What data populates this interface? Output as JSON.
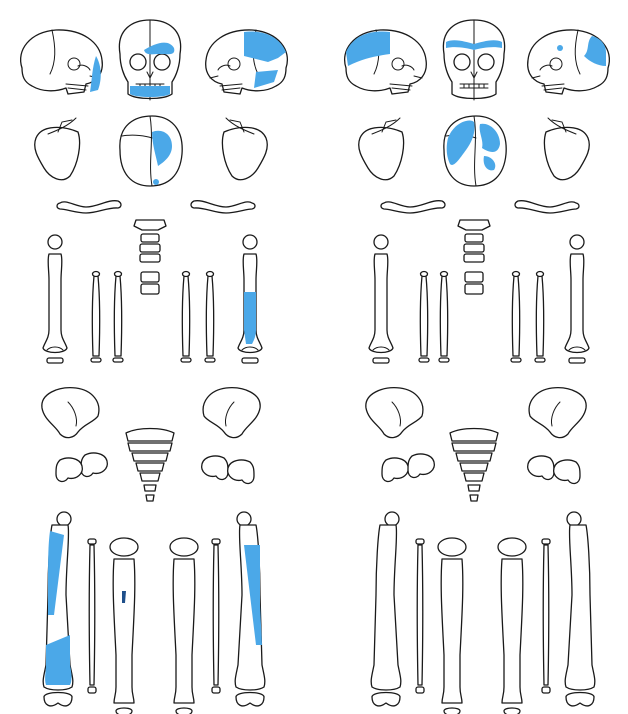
{
  "figure": {
    "panels": [
      {
        "key": "left",
        "bone_color": "#ffffff",
        "outline_color": "#1a1a1a"
      },
      {
        "key": "right",
        "bone_color": "#ffffff",
        "outline_color": "#1a1a1a"
      }
    ],
    "highlight_color": "#4ba8e8",
    "icons": [
      "skull-lateral",
      "skull-frontal",
      "skull-superior",
      "scapula",
      "clavicle",
      "vertebra",
      "humerus",
      "radius",
      "ulna",
      "ilium",
      "ischium",
      "sacrum",
      "femur",
      "tibia",
      "fibula",
      "patella"
    ]
  }
}
